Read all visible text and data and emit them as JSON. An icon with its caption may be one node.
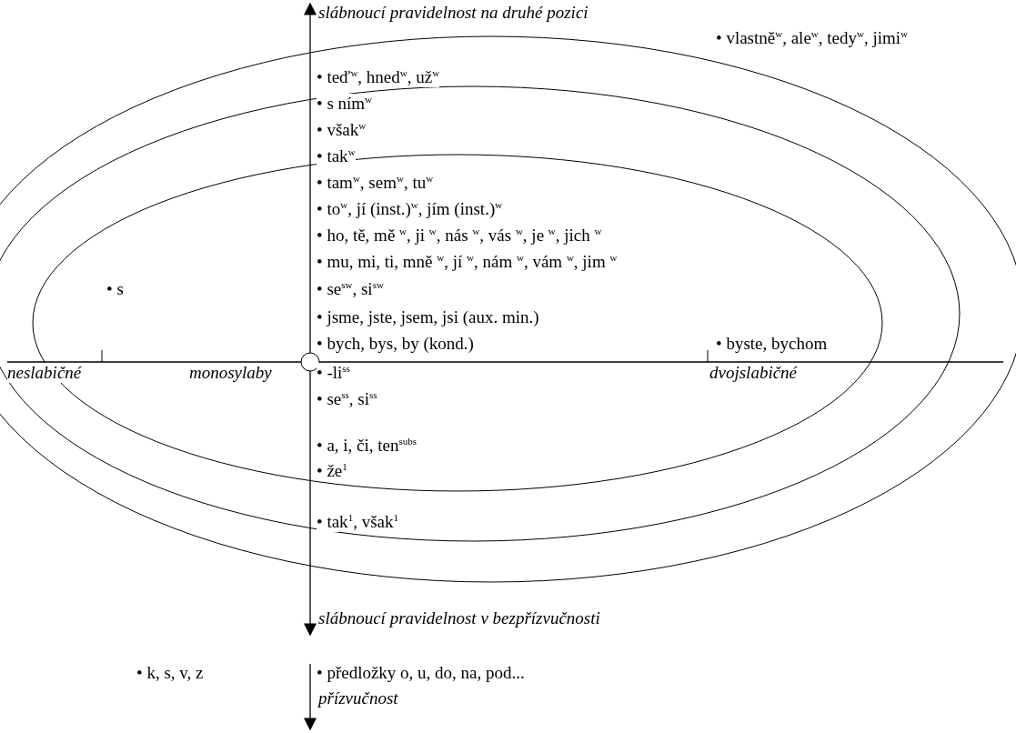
{
  "diagram": {
    "labels": [
      "slábnoucí pravidelnost na druhé pozici",
      "• vlastně$^{w}$, ale$^{w}$, tedy$^{w}$, jimi$^{w}$",
      "• teď$^{w}$, hned$^{w}$, už$^{w}$",
      "• s ním$^{w}$",
      "• však$^{w}$",
      "• tak$^{w}$",
      "• tam$^{w}$, sem$^{w}$, tu$^{w}$",
      "• to$^{w}$, jí (inst.)$^{w}$, jím (inst.)$^{w}$",
      "• ho, tě, mě $^{w}$, ji $^{w}$, nás $^{w}$, vás $^{w}$, je $^{w}$, jich $^{w}$",
      "• mu, mi, ti, mně $^{w}$, jí $^{w}$, nám $^{w}$, vám $^{w}$, jim $^{w}$",
      "• s",
      "• se$^{sw}$, si$^{sw}$",
      "• jsme, jste, jsem, jsi (aux. min.)",
      "• bych, bys, by (kond.)",
      "• byste, bychom",
      "neslabičné",
      "monosylaby",
      "• -li$^{ss}$",
      "dvojslabičné",
      "• se$^{ss}$, si$^{ss}$",
      "• a, i, či, ten$^{subs}$",
      "• že$^{1}$",
      "• tak$^{1}$, však$^{1}$",
      "slábnoucí pravidelnost v bezpřízvučnosti",
      "• k, s, v, z",
      "• předložky o, u, do, na, pod...",
      "přízvučnost"
    ]
  }
}
